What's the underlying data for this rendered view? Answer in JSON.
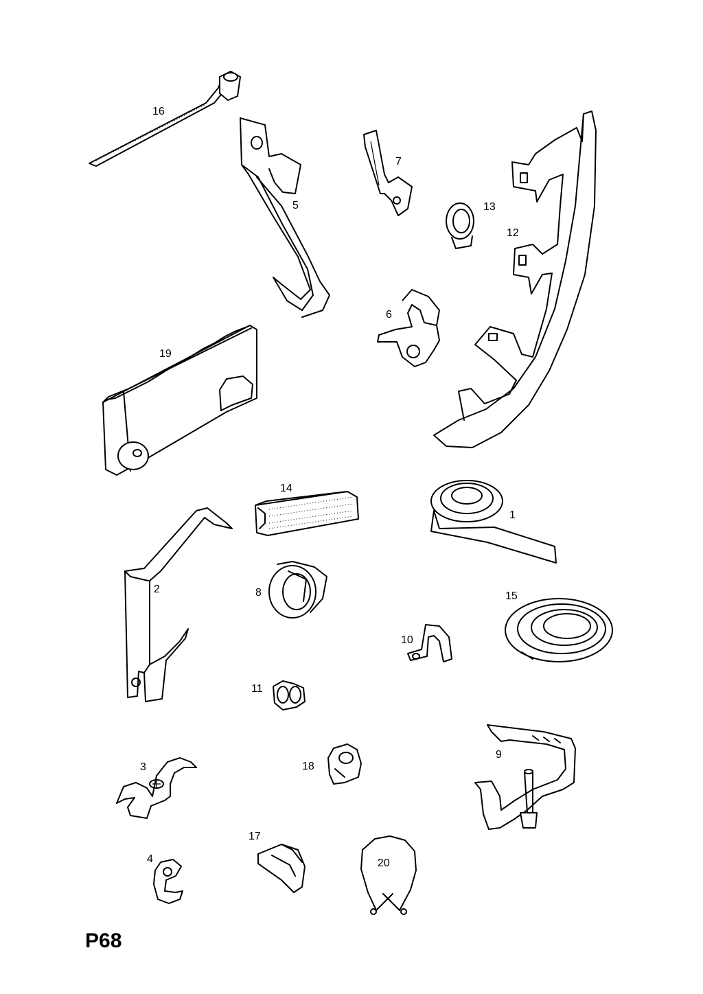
{
  "diagram": {
    "reference": "P68",
    "parts": [
      {
        "num": "1",
        "icon": "tape-roll-icon"
      },
      {
        "num": "2",
        "icon": "long-bracket-icon"
      },
      {
        "num": "3",
        "icon": "double-pipe-clip-icon"
      },
      {
        "num": "4",
        "icon": "small-hook-clip-icon"
      },
      {
        "num": "5",
        "icon": "hook-bracket-icon"
      },
      {
        "num": "6",
        "icon": "pipe-clamp-icon"
      },
      {
        "num": "7",
        "icon": "angle-bracket-icon"
      },
      {
        "num": "8",
        "icon": "cable-clip-icon"
      },
      {
        "num": "9",
        "icon": "mounting-bracket-icon"
      },
      {
        "num": "10",
        "icon": "p-clip-icon"
      },
      {
        "num": "11",
        "icon": "double-clip-icon"
      },
      {
        "num": "12",
        "icon": "curved-channel-icon"
      },
      {
        "num": "13",
        "icon": "hose-clamp-icon"
      },
      {
        "num": "14",
        "icon": "edge-trim-icon"
      },
      {
        "num": "15",
        "icon": "coiled-strip-icon"
      },
      {
        "num": "16",
        "icon": "cable-tie-icon"
      },
      {
        "num": "17",
        "icon": "push-clip-icon"
      },
      {
        "num": "18",
        "icon": "snap-clip-icon"
      },
      {
        "num": "19",
        "icon": "cable-duct-icon"
      },
      {
        "num": "20",
        "icon": "wire-loop-icon"
      }
    ]
  }
}
